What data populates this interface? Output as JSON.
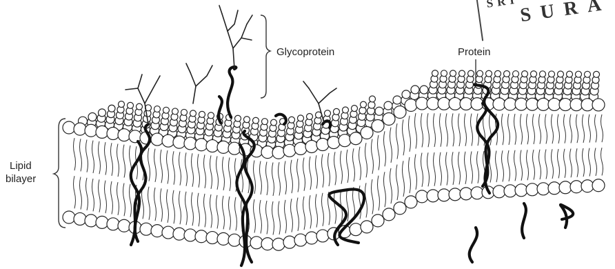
{
  "labels": {
    "glycoprotein": "Glycoprotein",
    "protein": "Protein",
    "lipid_line1": "Lipid",
    "lipid_line2": "bilayer"
  },
  "stamp": {
    "line1": "SRI",
    "line2": "SURA"
  }
}
